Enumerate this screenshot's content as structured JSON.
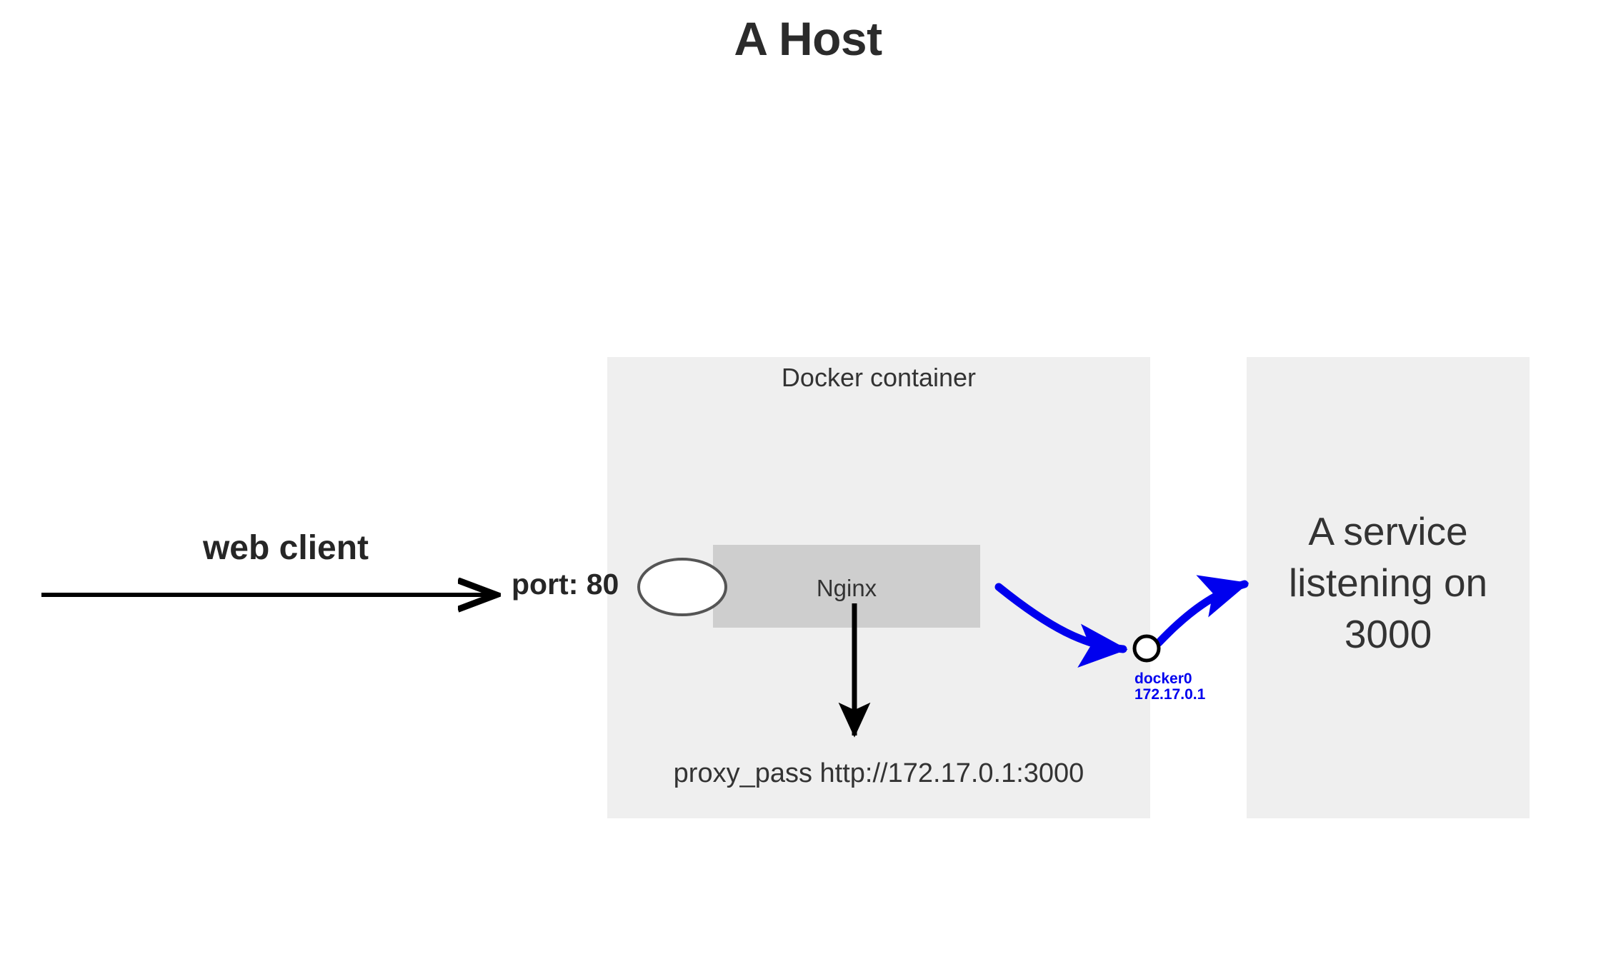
{
  "title": "A Host",
  "colors": {
    "panel_bg": "#efefef",
    "nginx_bg": "#cecece",
    "text": "#333333",
    "arrow_black": "#000000",
    "arrow_blue": "#0000ee",
    "page_bg": "#ffffff"
  },
  "client": {
    "label": "web client",
    "port_label": "port: 80"
  },
  "docker": {
    "panel_title": "Docker container",
    "nginx_label": "Nginx",
    "proxy_pass": "proxy_pass http://172.17.0.1:3000"
  },
  "bridge": {
    "interface": "docker0",
    "ip": "172.17.0.1",
    "label": "docker0\n172.17.0.1"
  },
  "service": {
    "label": "A service listening on 3000",
    "port": "3000"
  },
  "icons": {
    "port_socket": "ellipse-icon",
    "bridge_node": "circle-icon",
    "client_arrow": "arrow-right-icon",
    "proxy_arrow": "arrow-down-icon",
    "to_bridge_arrow": "curved-arrow-icon",
    "to_service_arrow": "curved-arrow-icon"
  }
}
